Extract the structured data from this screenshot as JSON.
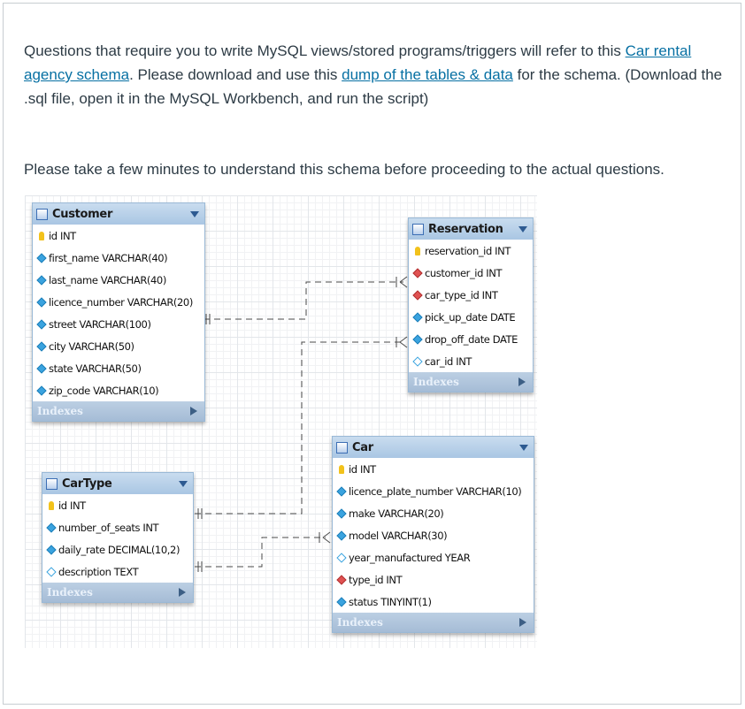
{
  "intro": {
    "part1": "Questions that require you to write MySQL views/stored programs/triggers will refer to this ",
    "link1": "Car rental agency schema",
    "part2": ". Please download and use this ",
    "link2": "dump of the tables & data",
    "part3": " for the schema. (Download the .sql file, open it in the MySQL Workbench, and run the script)"
  },
  "instruction": "Please take a few minutes to understand this schema before proceeding to the actual questions.",
  "colors": {
    "link": "#0770a3",
    "text": "#2d3b45",
    "pk_icon": "#f2c21b",
    "column_icon": "#3aa3df",
    "fk_icon": "#e05252"
  },
  "footer_label": "Indexes",
  "tables": {
    "customer": {
      "title": "Customer",
      "columns": [
        {
          "text": "id INT",
          "icon": "key-icon"
        },
        {
          "text": "first_name VARCHAR(40)",
          "icon": "column-diamond-icon"
        },
        {
          "text": "last_name VARCHAR(40)",
          "icon": "column-diamond-icon"
        },
        {
          "text": "licence_number VARCHAR(20)",
          "icon": "column-diamond-icon"
        },
        {
          "text": "street VARCHAR(100)",
          "icon": "column-diamond-icon"
        },
        {
          "text": "city VARCHAR(50)",
          "icon": "column-diamond-icon"
        },
        {
          "text": "state VARCHAR(50)",
          "icon": "column-diamond-icon"
        },
        {
          "text": "zip_code VARCHAR(10)",
          "icon": "column-diamond-icon"
        }
      ]
    },
    "reservation": {
      "title": "Reservation",
      "columns": [
        {
          "text": "reservation_id INT",
          "icon": "key-icon"
        },
        {
          "text": "customer_id INT",
          "icon": "foreign-key-diamond-icon"
        },
        {
          "text": "car_type_id INT",
          "icon": "foreign-key-diamond-icon"
        },
        {
          "text": "pick_up_date DATE",
          "icon": "column-diamond-icon"
        },
        {
          "text": "drop_off_date DATE",
          "icon": "column-diamond-icon"
        },
        {
          "text": "car_id INT",
          "icon": "nullable-diamond-icon"
        }
      ]
    },
    "cartype": {
      "title": "CarType",
      "columns": [
        {
          "text": "id INT",
          "icon": "key-icon"
        },
        {
          "text": "number_of_seats INT",
          "icon": "column-diamond-icon"
        },
        {
          "text": "daily_rate DECIMAL(10,2)",
          "icon": "column-diamond-icon"
        },
        {
          "text": "description TEXT",
          "icon": "nullable-diamond-icon"
        }
      ]
    },
    "car": {
      "title": "Car",
      "columns": [
        {
          "text": "id INT",
          "icon": "key-icon"
        },
        {
          "text": "licence_plate_number VARCHAR(10)",
          "icon": "column-diamond-icon"
        },
        {
          "text": "make VARCHAR(20)",
          "icon": "column-diamond-icon"
        },
        {
          "text": "model VARCHAR(30)",
          "icon": "column-diamond-icon"
        },
        {
          "text": "year_manufactured YEAR",
          "icon": "nullable-diamond-icon"
        },
        {
          "text": "type_id INT",
          "icon": "foreign-key-diamond-icon"
        },
        {
          "text": "status TINYINT(1)",
          "icon": "column-diamond-icon"
        }
      ]
    }
  }
}
